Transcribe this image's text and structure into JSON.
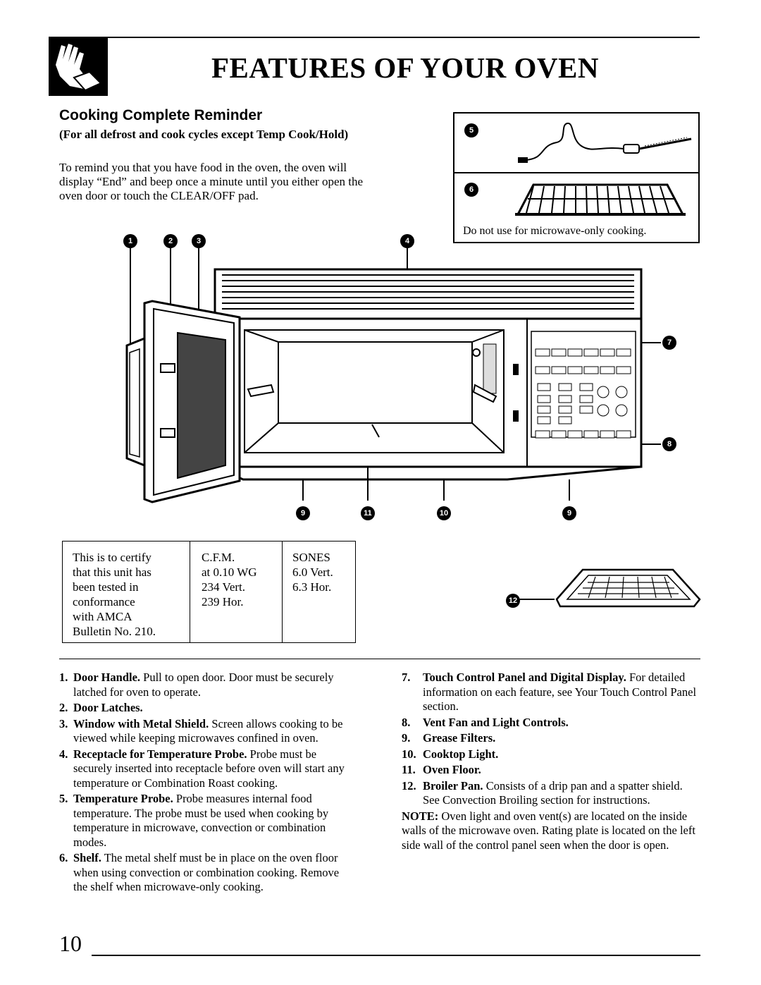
{
  "header": {
    "title": "FEATURES OF YOUR OVEN",
    "logo_icon": "hand-pointing-icon"
  },
  "section": {
    "title": "Cooking Complete Reminder",
    "subtitle": "(For all defrost and cook cycles except Temp Cook/Hold)",
    "body": "To remind you that you have food in the oven, the oven will display “End” and beep once a minute until you either open the oven door or touch the CLEAR/OFF pad."
  },
  "accessories_panel": {
    "caption": "Do not use for microwave-only cooking."
  },
  "callouts": {
    "n1": "1",
    "n2": "2",
    "n3": "3",
    "n4": "4",
    "n5": "5",
    "n6": "6",
    "n7": "7",
    "n8": "8",
    "n9": "9",
    "n10": "10",
    "n11": "11",
    "n12": "12"
  },
  "certification": {
    "col1": "This is to certify\nthat this unit has\nbeen tested in\nconformance\nwith AMCA\nBulletin No. 210.",
    "col2": "C.F.M.\nat 0.10 WG\n234 Vert.\n239 Hor.",
    "col3": "SONES\n6.0 Vert.\n6.3 Hor."
  },
  "features_left": [
    {
      "num": "1.",
      "name": "Door Handle.",
      "desc": " Pull to open door. Door must be securely latched for oven to operate."
    },
    {
      "num": "2.",
      "name": "Door Latches.",
      "desc": ""
    },
    {
      "num": "3.",
      "name": "Window with Metal Shield.",
      "desc": " Screen allows cooking to be viewed while keeping microwaves confined in oven."
    },
    {
      "num": "4.",
      "name": "Receptacle for Temperature Probe.",
      "desc": " Probe must be securely inserted into receptacle before oven will start any temperature or Combination Roast cooking."
    },
    {
      "num": "5.",
      "name": "Temperature Probe.",
      "desc": " Probe measures internal food temperature. The probe must be used when cooking by temperature in microwave, convection or combination modes."
    },
    {
      "num": "6.",
      "name": "Shelf.",
      "desc": " The metal shelf must be in place on the oven floor when using convection or combination cooking. Remove the shelf when microwave-only cooking."
    }
  ],
  "features_right": [
    {
      "num": "7.",
      "name": "Touch Control Panel and Digital Display.",
      "desc": " For detailed information on each feature, see Your Touch Control Panel section."
    },
    {
      "num": "8.",
      "name": "Vent Fan and Light Controls.",
      "desc": ""
    },
    {
      "num": "9.",
      "name": "Grease Filters.",
      "desc": ""
    },
    {
      "num": "10.",
      "name": "Cooktop Light.",
      "desc": ""
    },
    {
      "num": "11.",
      "name": "Oven Floor.",
      "desc": ""
    },
    {
      "num": "12.",
      "name": "Broiler Pan.",
      "desc": " Consists of a drip pan and a spatter shield. See Convection Broiling section for instructions."
    }
  ],
  "note": {
    "label": "NOTE:",
    "text": " Oven light and oven vent(s) are located on the inside walls of the microwave oven. Rating plate is located on the left side wall of the control panel seen when the door is open."
  },
  "page_number": "10"
}
